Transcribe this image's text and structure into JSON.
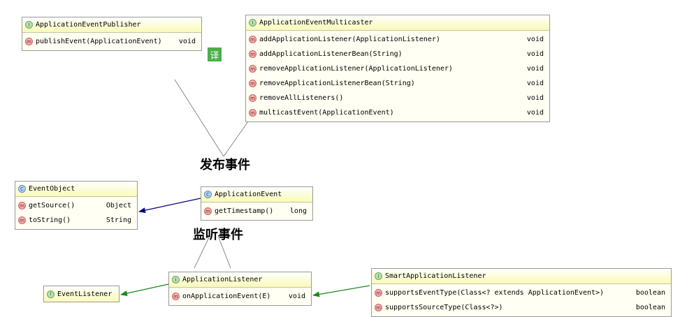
{
  "publisher": {
    "badge": "I",
    "title": "ApplicationEventPublisher",
    "methods": [
      {
        "name": "publishEvent(ApplicationEvent)",
        "type": "void"
      }
    ]
  },
  "multicaster": {
    "badge": "I",
    "title": "ApplicationEventMulticaster",
    "methods": [
      {
        "name": "addApplicationListener(ApplicationListener)",
        "type": "void"
      },
      {
        "name": "addApplicationListenerBean(String)",
        "type": "void"
      },
      {
        "name": "removeApplicationListener(ApplicationListener)",
        "type": "void"
      },
      {
        "name": "removeApplicationListenerBean(String)",
        "type": "void"
      },
      {
        "name": "removeAllListeners()",
        "type": "void"
      },
      {
        "name": "multicastEvent(ApplicationEvent)",
        "type": "void"
      }
    ]
  },
  "event_object": {
    "badge": "C",
    "title": "EventObject",
    "methods": [
      {
        "name": "getSource()",
        "type": "Object"
      },
      {
        "name": "toString()",
        "type": "String"
      }
    ]
  },
  "application_event": {
    "badge": "C",
    "title": "ApplicationEvent",
    "methods": [
      {
        "name": "getTimestamp()",
        "type": "long"
      }
    ]
  },
  "event_listener": {
    "badge": "I",
    "title": "EventListener"
  },
  "application_listener": {
    "badge": "I",
    "title": "ApplicationListener",
    "methods": [
      {
        "name": "onApplicationEvent(E)",
        "type": "void"
      }
    ]
  },
  "smart_listener": {
    "badge": "I",
    "title": "SmartApplicationListener",
    "methods": [
      {
        "name": "supportsEventType(Class<? extends ApplicationEvent>)",
        "type": "boolean"
      },
      {
        "name": "supportsSourceType(Class<?>)",
        "type": "boolean"
      }
    ]
  },
  "method_badge": "m",
  "labels": {
    "publish": "发布事件",
    "listen": "监听事件",
    "translate": "译"
  },
  "colors": {
    "inherit_arrow": "#000080",
    "implement_arrow": "#1a8a1a",
    "connector": "#888888"
  }
}
